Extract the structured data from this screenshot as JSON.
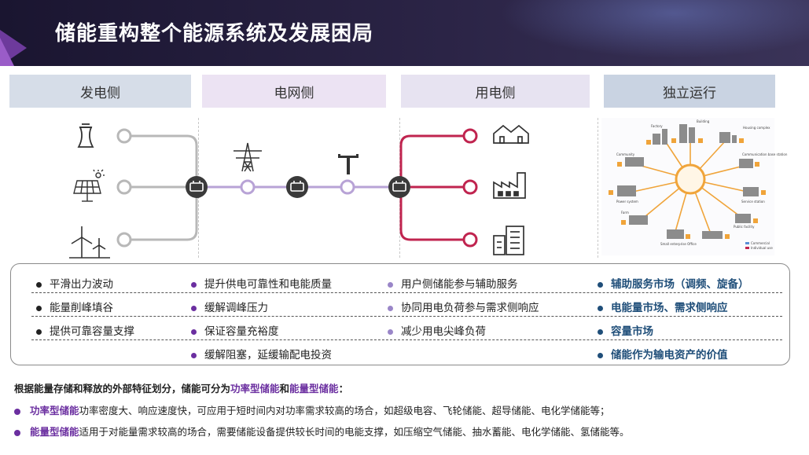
{
  "title": "储能重构整个能源系统及发展困局",
  "columns": [
    {
      "header": "发电侧",
      "items": [
        "平滑出力波动",
        "能量削峰填谷",
        "提供可靠容量支撑"
      ]
    },
    {
      "header": "电网侧",
      "items": [
        "提升供电可靠性和电能质量",
        "缓解调峰压力",
        "保证容量充裕度",
        "缓解阻塞，延缓输配电投资"
      ]
    },
    {
      "header": "用电侧",
      "items": [
        "用户侧储能参与辅助服务",
        "协同用电负荷参与需求侧响应",
        "减少用电尖峰负荷"
      ]
    },
    {
      "header": "独立运行",
      "items": [
        "辅助服务市场（调频、旋备）",
        "电能量市场、需求侧响应",
        "容量市场",
        "储能作为输电资产的价值"
      ]
    }
  ],
  "microgrid_labels": {
    "factory": "Factory",
    "building": "Building",
    "housing": "Housing complex",
    "community": "Community",
    "comm_base": "Communication base station",
    "power_system": "Power system",
    "service": "Service station",
    "farm": "Farm",
    "school": "Small enterprise Office",
    "public": "Public facility",
    "commercial": "Commercial",
    "individual": "Individual use"
  },
  "notes": {
    "intro_prefix": "根据能量存储和释放的外部特征划分，储能可分为",
    "intro_type1": "功率型储能",
    "intro_and": "和",
    "intro_type2": "能量型储能",
    "intro_suffix": "：",
    "b1_term": "功率型储能",
    "b1_text": "功率密度大、响应速度快，可应用于短时间内对功率需求较高的场合，如超级电容、飞轮储能、超导储能、电化学储能等；",
    "b2_term": "能量型储能",
    "b2_text": "适用于对能量需求较高的场合，需要储能设备提供较长时间的电能支撑，如压缩空气储能、抽水蓄能、电化学储能、氢储能等。"
  },
  "colors": {
    "gen_line": "#b8b8b8",
    "grid_line": "#b8a3d6",
    "user_line": "#c0244f",
    "node": "#3a3a3a",
    "accent_purple": "#6b2fa0",
    "col4_text": "#1f4e79"
  },
  "icons": [
    "cooling-tower-icon",
    "solar-panel-icon",
    "wind-turbine-icon",
    "transmission-tower-icon",
    "utility-pole-icon",
    "battery-icon",
    "houses-icon",
    "factory-icon",
    "office-building-icon"
  ]
}
